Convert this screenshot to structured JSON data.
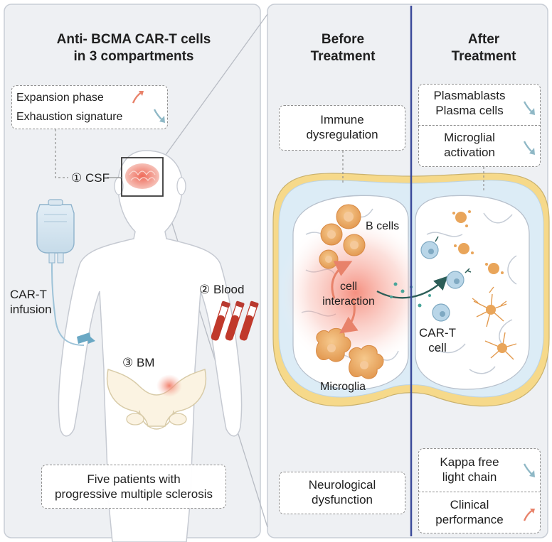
{
  "left_panel": {
    "title_line1": "Anti- BCMA CAR-T cells",
    "title_line2": "in 3 compartments",
    "csf_box": {
      "line1": "Expansion phase",
      "line2": "Exhaustion signature"
    },
    "csf_label": "① CSF",
    "blood_label": "② Blood",
    "bm_label": "③ BM",
    "infusion_line1": "CAR-T",
    "infusion_line2": "infusion",
    "patients_line1": "Five patients with",
    "patients_line2": "progressive multiple sclerosis"
  },
  "before": {
    "title_line1": "Before",
    "title_line2": "Treatment",
    "immune_line1": "Immune",
    "immune_line2": "dysregulation",
    "bcells": "B cells",
    "interaction_line1": "cell",
    "interaction_line2": "interaction",
    "microglia": "Microglia",
    "neuro_line1": "Neurological",
    "neuro_line2": "dysfunction"
  },
  "after": {
    "title_line1": "After",
    "title_line2": "Treatment",
    "plasma_line1": "Plasmablasts",
    "plasma_line2": "Plasma cells",
    "microglial_line1": "Microglial",
    "microglial_line2": "activation",
    "cart_line1": "CAR-T",
    "cart_line2": "cell",
    "kappa_line1": "Kappa free",
    "kappa_line2": "light chain",
    "clinical_line1": "Clinical",
    "clinical_line2": "performance"
  },
  "colors": {
    "panel_border": "#c9ced6",
    "divider": "#3b4a9a",
    "arrow_up": "#e8826a",
    "arrow_down": "#8fb8c6",
    "inflammation": "#f26a55",
    "cart_cell": "#aecde0",
    "microglia_orange": "#e8a04e",
    "brain_fluid": "#dcecf6",
    "brain_rim": "#f4d27a"
  },
  "icons": {
    "up_arrow": "arrow-up-icon",
    "down_arrow": "arrow-down-icon"
  }
}
